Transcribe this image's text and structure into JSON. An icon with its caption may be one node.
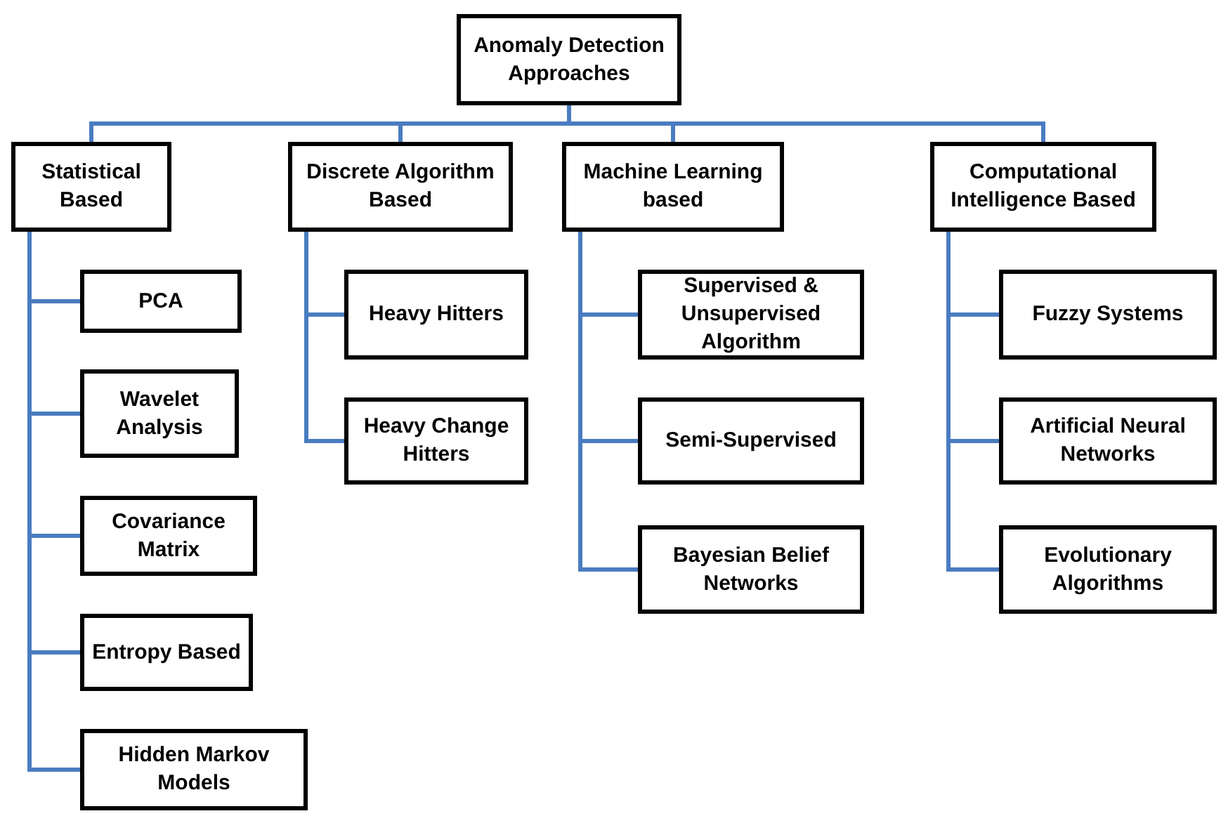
{
  "diagram": {
    "nodes": [
      {
        "text": [
          "Anomaly Detection Approaches"
        ]
      },
      {
        "text": [
          "Statistical Based"
        ]
      },
      {
        "text": [
          "Discrete Algorithm Based"
        ]
      },
      {
        "text": [
          "Machine Learning based"
        ]
      },
      {
        "text": [
          "Computational Intelligence Based"
        ]
      },
      {
        "text": [
          "PCA"
        ]
      },
      {
        "text": [
          "Wavelet Analysis"
        ]
      },
      {
        "text": [
          "Covariance Matrix"
        ]
      },
      {
        "text": [
          "Entropy Based"
        ]
      },
      {
        "text": [
          "Hidden Markov Models"
        ]
      },
      {
        "text": [
          "Heavy Hitters"
        ]
      },
      {
        "text": [
          "Heavy Change Hitters"
        ]
      },
      {
        "text": [
          "Supervised & Unsupervised Algorithm"
        ]
      },
      {
        "text": [
          "Semi-Supervised"
        ]
      },
      {
        "text": [
          "Bayesian Belief Networks"
        ]
      },
      {
        "text": [
          "Fuzzy Systems"
        ]
      },
      {
        "text": [
          "Artificial Neural Networks"
        ]
      },
      {
        "text": [
          "Evolutionary Algorithms"
        ]
      }
    ],
    "edges": [
      {
        "from": 0,
        "to": 1,
        "arrow": "none"
      },
      {
        "from": 0,
        "to": 2,
        "arrow": "none"
      },
      {
        "from": 0,
        "to": 3,
        "arrow": "none"
      },
      {
        "from": 0,
        "to": 4,
        "arrow": "none"
      },
      {
        "from": 1,
        "to": 5,
        "arrow": "none"
      },
      {
        "from": 1,
        "to": 6,
        "arrow": "none"
      },
      {
        "from": 1,
        "to": 7,
        "arrow": "none"
      },
      {
        "from": 1,
        "to": 8,
        "arrow": "none"
      },
      {
        "from": 1,
        "to": 9,
        "arrow": "none"
      },
      {
        "from": 2,
        "to": 10,
        "arrow": "none"
      },
      {
        "from": 2,
        "to": 11,
        "arrow": "none"
      },
      {
        "from": 3,
        "to": 12,
        "arrow": "none"
      },
      {
        "from": 3,
        "to": 13,
        "arrow": "none"
      },
      {
        "from": 3,
        "to": 14,
        "arrow": "none"
      },
      {
        "from": 4,
        "to": 15,
        "arrow": "none"
      },
      {
        "from": 4,
        "to": 16,
        "arrow": "none"
      },
      {
        "from": 4,
        "to": 17,
        "arrow": "none"
      }
    ]
  }
}
